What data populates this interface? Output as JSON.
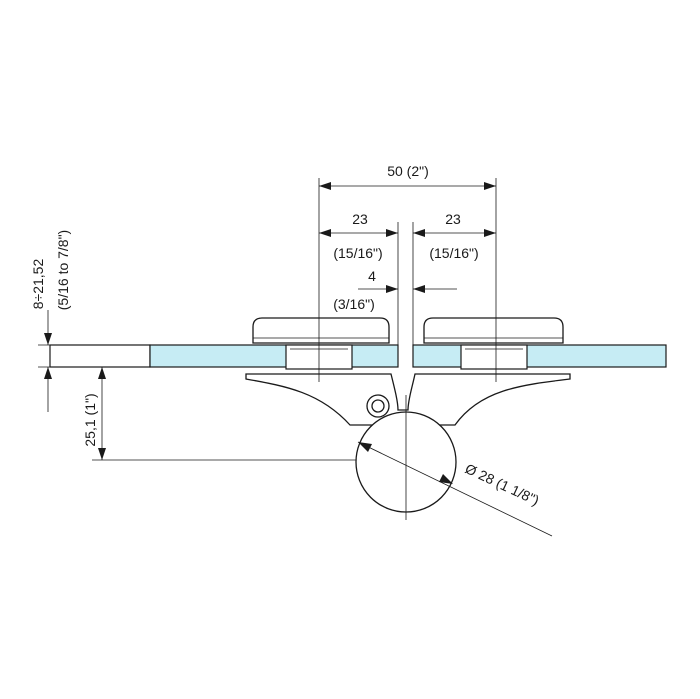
{
  "dimensions": {
    "overall_width": "50 (2\")",
    "left_plate_mm": "23",
    "left_plate_in": "(15/16\")",
    "right_plate_mm": "23",
    "right_plate_in": "(15/16\")",
    "gap_mm": "4",
    "gap_in": "(3/16\")",
    "glass_thickness_mm": "8÷21,52",
    "glass_thickness_in": "(5/16 to 7/8\")",
    "offset": "25,1 (1\")",
    "diameter": "Ø 28 (1  1/8\")"
  },
  "colors": {
    "glass": "#c6ecf4",
    "line": "#1a1a1a",
    "background": "#ffffff"
  }
}
